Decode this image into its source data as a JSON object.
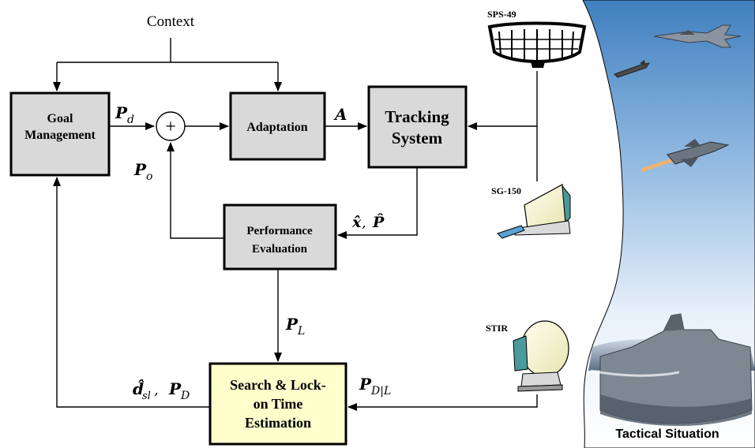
{
  "context_label": "Context",
  "blocks": {
    "goal_management": [
      "Goal",
      "Management"
    ],
    "adaptation": "Adaptation",
    "tracking_system": [
      "Tracking",
      "System"
    ],
    "performance_evaluation": [
      "Performance",
      "Evaluation"
    ],
    "search_lockon": [
      "Search & Lock-",
      "on Time",
      "Estimation"
    ]
  },
  "summing_junction": "+",
  "signals": {
    "pd": {
      "main": "P",
      "sub": "d"
    },
    "po": {
      "main": "P",
      "sub": "o"
    },
    "a": {
      "main": "A"
    },
    "xp": {
      "x": "x̂",
      "sep": ", ",
      "p": "P̂"
    },
    "pl": {
      "main": "P",
      "sub": "L"
    },
    "pdl": {
      "main": "P",
      "sub": "D|L"
    },
    "dsl_pd": {
      "d": "d̂",
      "d_sub": "sl",
      "sep": ", ",
      "p": "P",
      "p_sub": "D"
    }
  },
  "sensors": {
    "sps49": "SPS-49",
    "sg150": "SG-150",
    "stir": "STIR"
  },
  "tactical_label": "Tactical Situation",
  "colors": {
    "block_gray": "#d9d9d9",
    "block_yellow": "#ffffcc",
    "sky_top": "#3f7fbf",
    "sky_bottom": "#ffffff"
  }
}
